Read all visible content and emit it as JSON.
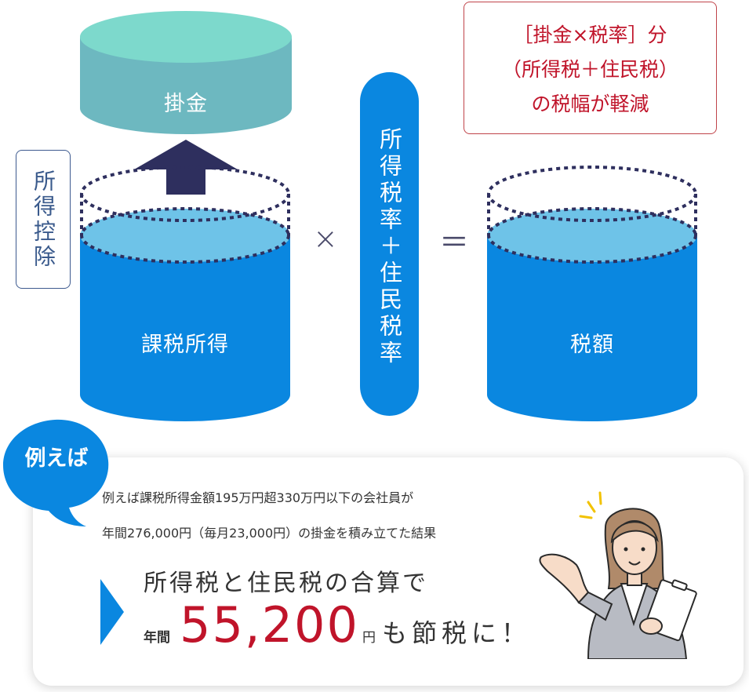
{
  "labels": {
    "contribution": "掛金",
    "taxable_income": "課税所得",
    "tax_amount": "税額",
    "income_deduction": "所得控除",
    "tax_rate": "所得税率＋住民税率",
    "multiply": "×",
    "equals": "＝"
  },
  "result": {
    "line1": "［掛金×税率］分",
    "line2": "（所得税＋住民税）",
    "line3": "の税幅が軽減"
  },
  "example": {
    "badge": "例えば",
    "line1": "例えば課税所得金額195万円超330万円以下の会社員が",
    "line2": "年間276,000円（毎月23,000円）の掛金を積み立てた結果",
    "headline": "所得税と住民税の合算で",
    "prefix": "年間",
    "amount": "55,200",
    "unit": "円",
    "suffix": "も節税に！"
  },
  "colors": {
    "cylinder_body": "#0a87e0",
    "cylinder_water_top": "#6ec3e8",
    "contribution_top": "#7dd9cc",
    "contribution_body": "#6db8c0",
    "arrow": "#2e2f5e",
    "accent_red": "#c0142a",
    "bubble": "#0a87e0"
  }
}
